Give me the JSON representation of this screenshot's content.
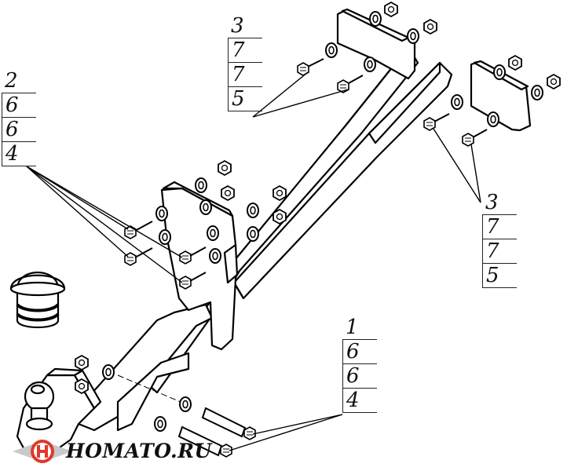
{
  "callouts": {
    "top": [
      "3",
      "7",
      "7",
      "5"
    ],
    "left": [
      "2",
      "6",
      "6",
      "4"
    ],
    "right": [
      "3",
      "7",
      "7",
      "5"
    ],
    "bottom": [
      "1",
      "6",
      "6",
      "4"
    ]
  },
  "logo": {
    "text": "HOMATO.RU",
    "emblem_icon": "winged-h-emblem-icon",
    "colors": {
      "accent": "#e0382b",
      "wing": "#c9c9c9"
    }
  },
  "colors": {
    "line": "#000000",
    "paper": "#ffffff"
  }
}
